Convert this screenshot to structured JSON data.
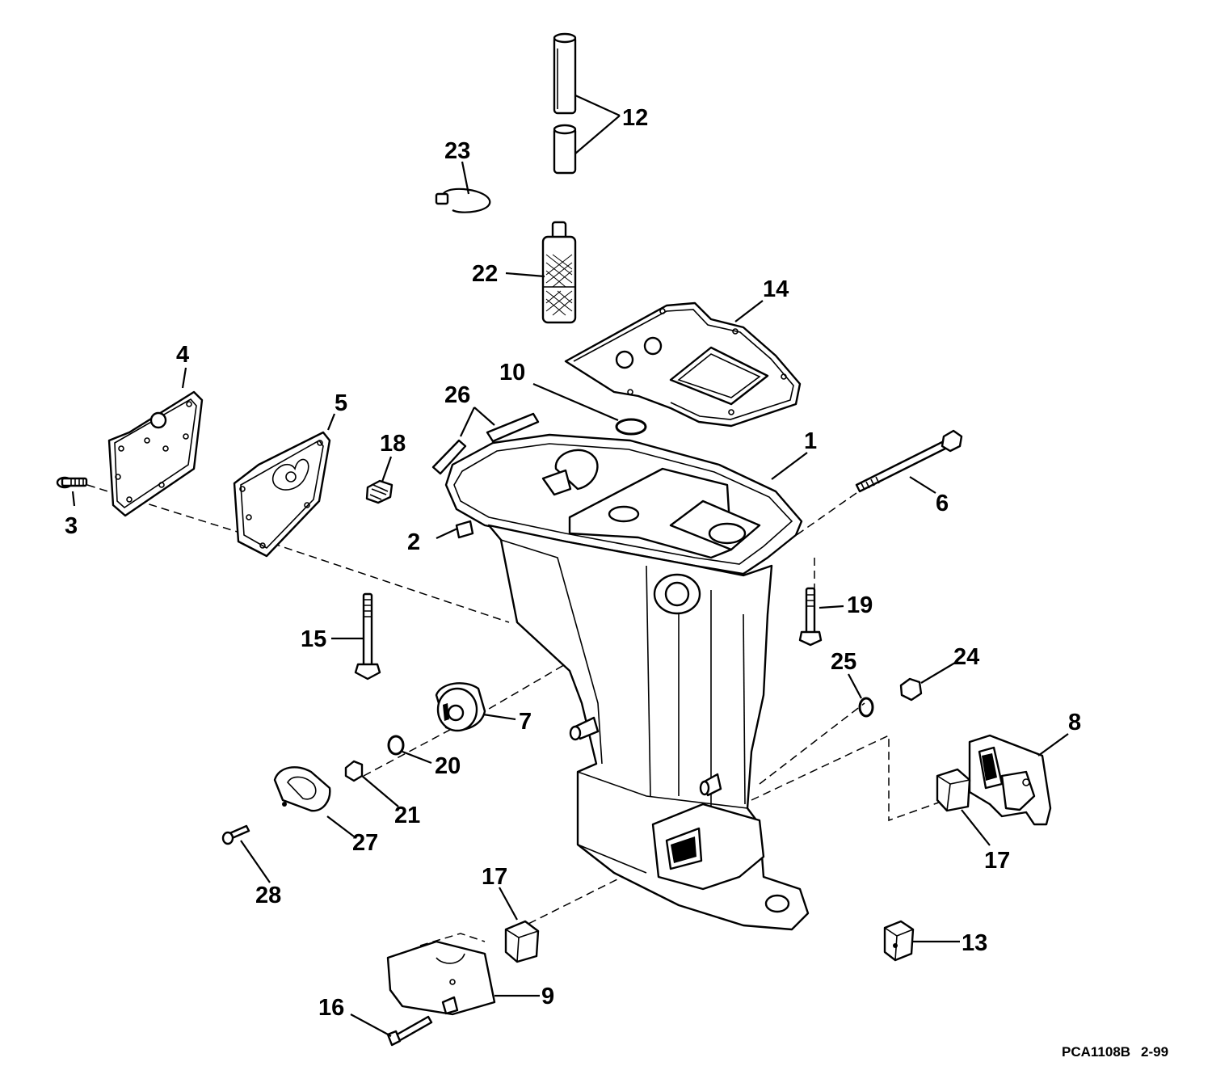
{
  "figure_code": "PCA1108B",
  "figure_date": "2-99",
  "callouts": {
    "c1": "1",
    "c2": "2",
    "c3": "3",
    "c4": "4",
    "c5": "5",
    "c6": "6",
    "c7": "7",
    "c8": "8",
    "c9": "9",
    "c10": "10",
    "c12": "12",
    "c13": "13",
    "c14": "14",
    "c15": "15",
    "c16": "16",
    "c17a": "17",
    "c17b": "17",
    "c18": "18",
    "c19": "19",
    "c20": "20",
    "c21": "21",
    "c22": "22",
    "c23": "23",
    "c24": "24",
    "c25": "25",
    "c26": "26",
    "c27": "27",
    "c28": "28"
  }
}
